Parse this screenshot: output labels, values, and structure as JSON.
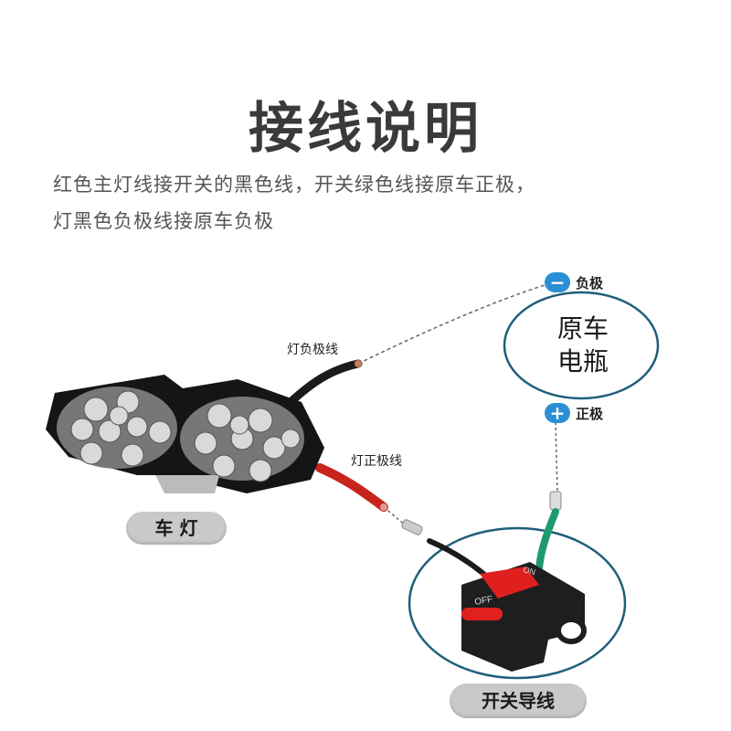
{
  "title": "接线说明",
  "description": {
    "line1": "红色主灯线接开关的黑色线，开关绿色线接原车正极，",
    "line2": "灯黑色负极线接原车负极"
  },
  "labels": {
    "lamp_negative_wire": "灯负极线",
    "lamp_positive_wire": "灯正极线",
    "negative_pole": "负极",
    "positive_pole": "正极",
    "negative_symbol": "−",
    "positive_symbol": "+",
    "battery_line1": "原车",
    "battery_line2": "电瓶",
    "headlight": "车 灯",
    "switch_wire": "开关导线",
    "switch_on": "ON",
    "switch_off": "OFF"
  },
  "colors": {
    "accent_blue": "#2b8fd6",
    "circle_outline": "#1f5f7a",
    "wire_red": "#c8231c",
    "wire_green": "#1f9a6c",
    "wire_black": "#1b1b1b",
    "switch_red": "#e0201f",
    "pill_bg": "#c9c9c9"
  }
}
